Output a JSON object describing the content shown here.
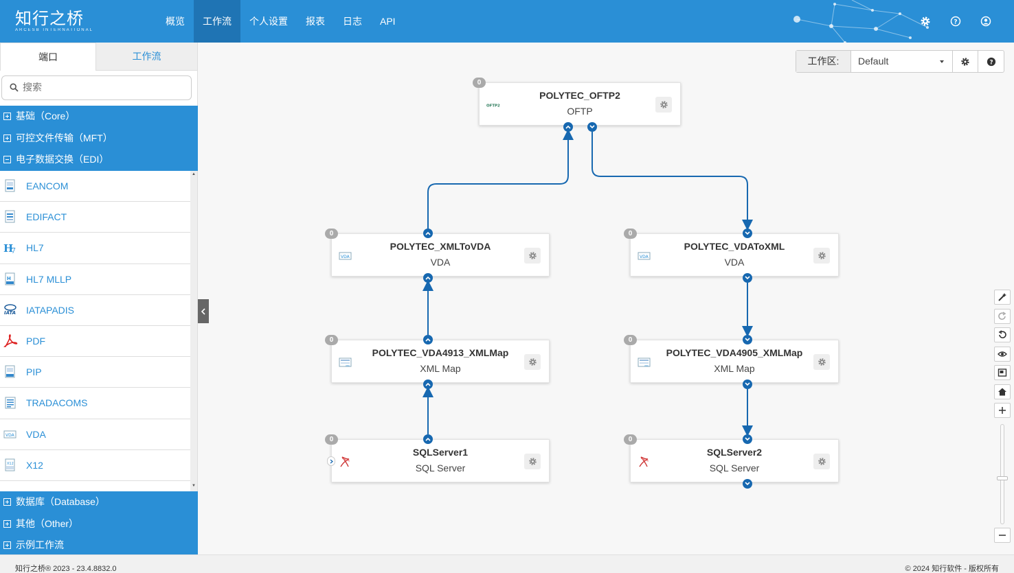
{
  "brand": {
    "name": "知行之桥",
    "subtitle": "ARCESB INTERNATIONAL"
  },
  "nav": [
    "概览",
    "工作流",
    "个人设置",
    "报表",
    "日志",
    "API"
  ],
  "nav_active": "工作流",
  "top_icons": [
    "gear-icon",
    "help-icon",
    "user-icon"
  ],
  "sidebar": {
    "tabs": [
      "端口",
      "工作流"
    ],
    "search_placeholder": "搜索",
    "categories_top": [
      "基础（Core）",
      "可控文件传输（MFT）",
      "电子数据交换（EDI）"
    ],
    "items": [
      "EANCOM",
      "EDIFACT",
      "HL7",
      "HL7 MLLP",
      "IATAPADIS",
      "PDF",
      "PIP",
      "TRADACOMS",
      "VDA",
      "X12"
    ],
    "categories_bottom": [
      "数据库（Database）",
      "其他（Other）",
      "示例工作流"
    ]
  },
  "workspace": {
    "label": "工作区:",
    "value": "Default"
  },
  "nodes": [
    {
      "title": "POLYTEC_OFTP2",
      "type": "OFTP",
      "badge": "0",
      "icon": "OFTP2"
    },
    {
      "title": "POLYTEC_XMLToVDA",
      "type": "VDA",
      "badge": "0",
      "icon": "VDA"
    },
    {
      "title": "POLYTEC_VDAToXML",
      "type": "VDA",
      "badge": "0",
      "icon": "VDA"
    },
    {
      "title": "POLYTEC_VDA4913_XMLMap",
      "type": "XML Map",
      "badge": "0",
      "icon": "XML"
    },
    {
      "title": "POLYTEC_VDA4905_XMLMap",
      "type": "XML Map",
      "badge": "0",
      "icon": "XML"
    },
    {
      "title": "SQLServer1",
      "type": "SQL Server",
      "badge": "0",
      "icon": "sql-server-icon"
    },
    {
      "title": "SQLServer2",
      "type": "SQL Server",
      "badge": "0",
      "icon": "sql-server-icon"
    }
  ],
  "footer": {
    "left": "知行之桥® 2023 - 23.4.8832.0",
    "right": "© 2024 知行软件 - 版权所有"
  },
  "colors": {
    "primary": "#2a8fd6",
    "nav_active": "#1f74b4",
    "port": "#1768b0"
  }
}
